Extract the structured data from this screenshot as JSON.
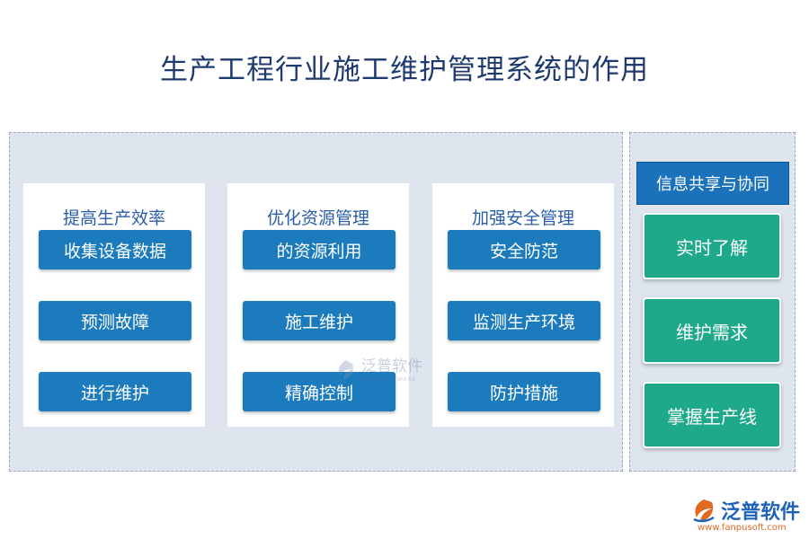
{
  "title": "生产工程行业施工维护管理系统的作用",
  "cards": [
    {
      "title": "提高生产效率",
      "items": [
        "收集设备数据",
        "预测故障",
        "进行维护"
      ]
    },
    {
      "title": "优化资源管理",
      "items": [
        "的资源利用",
        "施工维护",
        "精确控制"
      ]
    },
    {
      "title": "加强安全管理",
      "items": [
        "安全防范",
        "监测生产环境",
        "防护措施"
      ]
    }
  ],
  "side": {
    "header": "信息共享与协同",
    "items": [
      "实时了解",
      "维护需求",
      "掌握生产线"
    ]
  },
  "watermark": {
    "text": "泛普软件",
    "sub": "FANPUSOFTWARE"
  },
  "brand": {
    "name": "泛普软件",
    "url": "www.fanpusoft.com"
  },
  "colors": {
    "title": "#1e3a6e",
    "card_title": "#2a5da8",
    "blue_button": "#1b7bbd",
    "green_button": "#1fa98b",
    "panel": "#dfe5ee"
  }
}
